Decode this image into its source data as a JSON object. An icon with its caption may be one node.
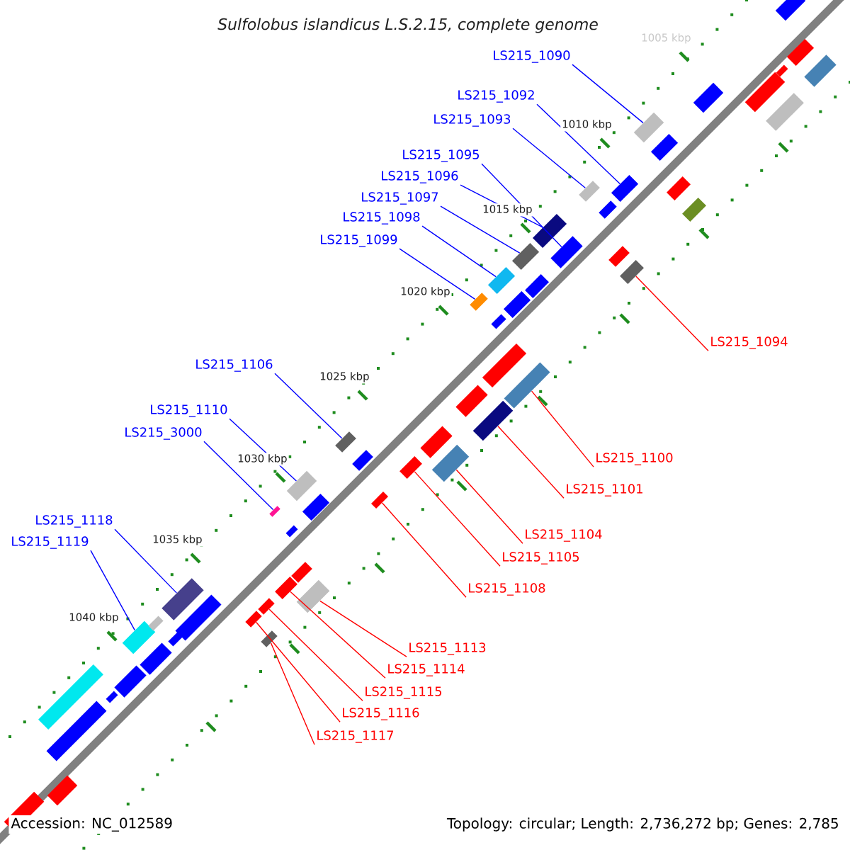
{
  "diagram": {
    "title": "Sulfolobus islandicus L.S.2.15, complete genome",
    "nodes": [
      {
        "text": [
          "LS215_1090"
        ]
      },
      {
        "text": [],
        "shape": "box"
      },
      {
        "text": [
          "LS215_1092"
        ]
      },
      {
        "text": [],
        "shape": "box"
      },
      {
        "text": [
          "LS215_1093"
        ]
      },
      {
        "text": [],
        "shape": "box"
      },
      {
        "text": [
          "LS215_1095"
        ]
      },
      {
        "text": [],
        "shape": "box"
      },
      {
        "text": [
          "LS215_1096"
        ]
      },
      {
        "text": [],
        "shape": "box"
      },
      {
        "text": [
          "LS215_1097"
        ]
      },
      {
        "text": [],
        "shape": "box"
      },
      {
        "text": [
          "LS215_1098"
        ]
      },
      {
        "text": [],
        "shape": "box"
      },
      {
        "text": [
          "LS215_1099"
        ]
      },
      {
        "text": [],
        "shape": "box"
      },
      {
        "text": [
          "LS215_1094"
        ]
      },
      {
        "text": [],
        "shape": "box"
      },
      {
        "text": [
          "LS215_1106"
        ]
      },
      {
        "text": [],
        "shape": "box"
      },
      {
        "text": [
          "LS215_1110"
        ]
      },
      {
        "text": [],
        "shape": "box"
      },
      {
        "text": [
          "LS215_3000"
        ]
      },
      {
        "text": [],
        "shape": "box"
      },
      {
        "text": [
          "LS215_1100"
        ]
      },
      {
        "text": [],
        "shape": "box"
      },
      {
        "text": [
          "LS215_1101"
        ]
      },
      {
        "text": [],
        "shape": "box"
      },
      {
        "text": [
          "LS215_1104"
        ]
      },
      {
        "text": [],
        "shape": "box"
      },
      {
        "text": [
          "LS215_1105"
        ]
      },
      {
        "text": [],
        "shape": "box"
      },
      {
        "text": [
          "LS215_1108"
        ]
      },
      {
        "text": [],
        "shape": "box"
      },
      {
        "text": [
          "LS215_1118"
        ]
      },
      {
        "text": [],
        "shape": "box"
      },
      {
        "text": [
          "LS215_1119"
        ]
      },
      {
        "text": [],
        "shape": "box"
      },
      {
        "text": [
          "LS215_1113"
        ]
      },
      {
        "text": [],
        "shape": "box"
      },
      {
        "text": [
          "LS215_1114"
        ]
      },
      {
        "text": [],
        "shape": "box"
      },
      {
        "text": [
          "LS215_1115"
        ]
      },
      {
        "text": [],
        "shape": "box"
      },
      {
        "text": [
          "LS215_1116"
        ]
      },
      {
        "text": [],
        "shape": "box"
      },
      {
        "text": [
          "LS215_1117"
        ]
      },
      {
        "text": [],
        "shape": "box"
      },
      {
        "text": [],
        "shape": "box"
      },
      {
        "text": [],
        "shape": "box"
      },
      {
        "text": [],
        "shape": "box"
      },
      {
        "text": [],
        "shape": "box"
      },
      {
        "text": [],
        "shape": "box"
      },
      {
        "text": [],
        "shape": "box"
      },
      {
        "text": [],
        "shape": "box"
      },
      {
        "text": [],
        "shape": "box"
      },
      {
        "text": [],
        "shape": "box"
      },
      {
        "text": [],
        "shape": "box"
      },
      {
        "text": [],
        "shape": "box"
      },
      {
        "text": [],
        "shape": "box"
      },
      {
        "text": [],
        "shape": "box"
      },
      {
        "text": [],
        "shape": "box"
      },
      {
        "text": [],
        "shape": "box"
      },
      {
        "text": [],
        "shape": "box"
      },
      {
        "text": [],
        "shape": "box"
      },
      {
        "text": [],
        "shape": "box"
      },
      {
        "text": [],
        "shape": "box"
      },
      {
        "text": [],
        "shape": "box"
      },
      {
        "text": [],
        "shape": "box"
      },
      {
        "text": [],
        "shape": "box"
      },
      {
        "text": [],
        "shape": "box"
      },
      {
        "text": [],
        "shape": "box"
      },
      {
        "text": [],
        "shape": "box"
      },
      {
        "text": [],
        "shape": "box"
      },
      {
        "text": [],
        "shape": "box"
      },
      {
        "text": [],
        "shape": "box"
      },
      {
        "text": [],
        "shape": "box"
      },
      {
        "text": [],
        "shape": "box"
      },
      {
        "text": [],
        "shape": "box"
      },
      {
        "text": [],
        "shape": "box"
      }
    ],
    "edges": [
      {
        "from": 0,
        "to": 1,
        "arrow": "none"
      },
      {
        "from": 2,
        "to": 3,
        "arrow": "none"
      },
      {
        "from": 4,
        "to": 5,
        "arrow": "none"
      },
      {
        "from": 6,
        "to": 7,
        "arrow": "none"
      },
      {
        "from": 8,
        "to": 9,
        "arrow": "none"
      },
      {
        "from": 10,
        "to": 11,
        "arrow": "none"
      },
      {
        "from": 12,
        "to": 13,
        "arrow": "none"
      },
      {
        "from": 14,
        "to": 15,
        "arrow": "none"
      },
      {
        "from": 16,
        "to": 17,
        "arrow": "none",
        "color": "#ff0000"
      },
      {
        "from": 18,
        "to": 19,
        "arrow": "none"
      },
      {
        "from": 20,
        "to": 21,
        "arrow": "none"
      },
      {
        "from": 22,
        "to": 23,
        "arrow": "none"
      },
      {
        "from": 24,
        "to": 25,
        "arrow": "none",
        "color": "#ff0000"
      },
      {
        "from": 26,
        "to": 27,
        "arrow": "none",
        "color": "#ff0000"
      },
      {
        "from": 28,
        "to": 29,
        "arrow": "none",
        "color": "#ff0000"
      },
      {
        "from": 30,
        "to": 31,
        "arrow": "none",
        "color": "#ff0000"
      },
      {
        "from": 32,
        "to": 33,
        "arrow": "none",
        "color": "#ff0000"
      },
      {
        "from": 34,
        "to": 35,
        "arrow": "none"
      },
      {
        "from": 36,
        "to": 37,
        "arrow": "none"
      },
      {
        "from": 38,
        "to": 39,
        "arrow": "none",
        "color": "#ff0000"
      },
      {
        "from": 40,
        "to": 41,
        "arrow": "none",
        "color": "#ff0000"
      },
      {
        "from": 42,
        "to": 43,
        "arrow": "none",
        "color": "#ff0000"
      },
      {
        "from": 44,
        "to": 45,
        "arrow": "none",
        "color": "#ff0000"
      },
      {
        "from": 46,
        "to": 47,
        "arrow": "none",
        "color": "#ff0000"
      }
    ],
    "labels": [
      "1005 kbp",
      "1010 kbp",
      "1015 kbp",
      "1020 kbp",
      "1025 kbp",
      "1030 kbp",
      "1035 kbp",
      "1040 kbp",
      "Accession: NC_012589",
      "Topology: circular; Length: 2,736,272 bp; Genes: 2,785"
    ]
  }
}
